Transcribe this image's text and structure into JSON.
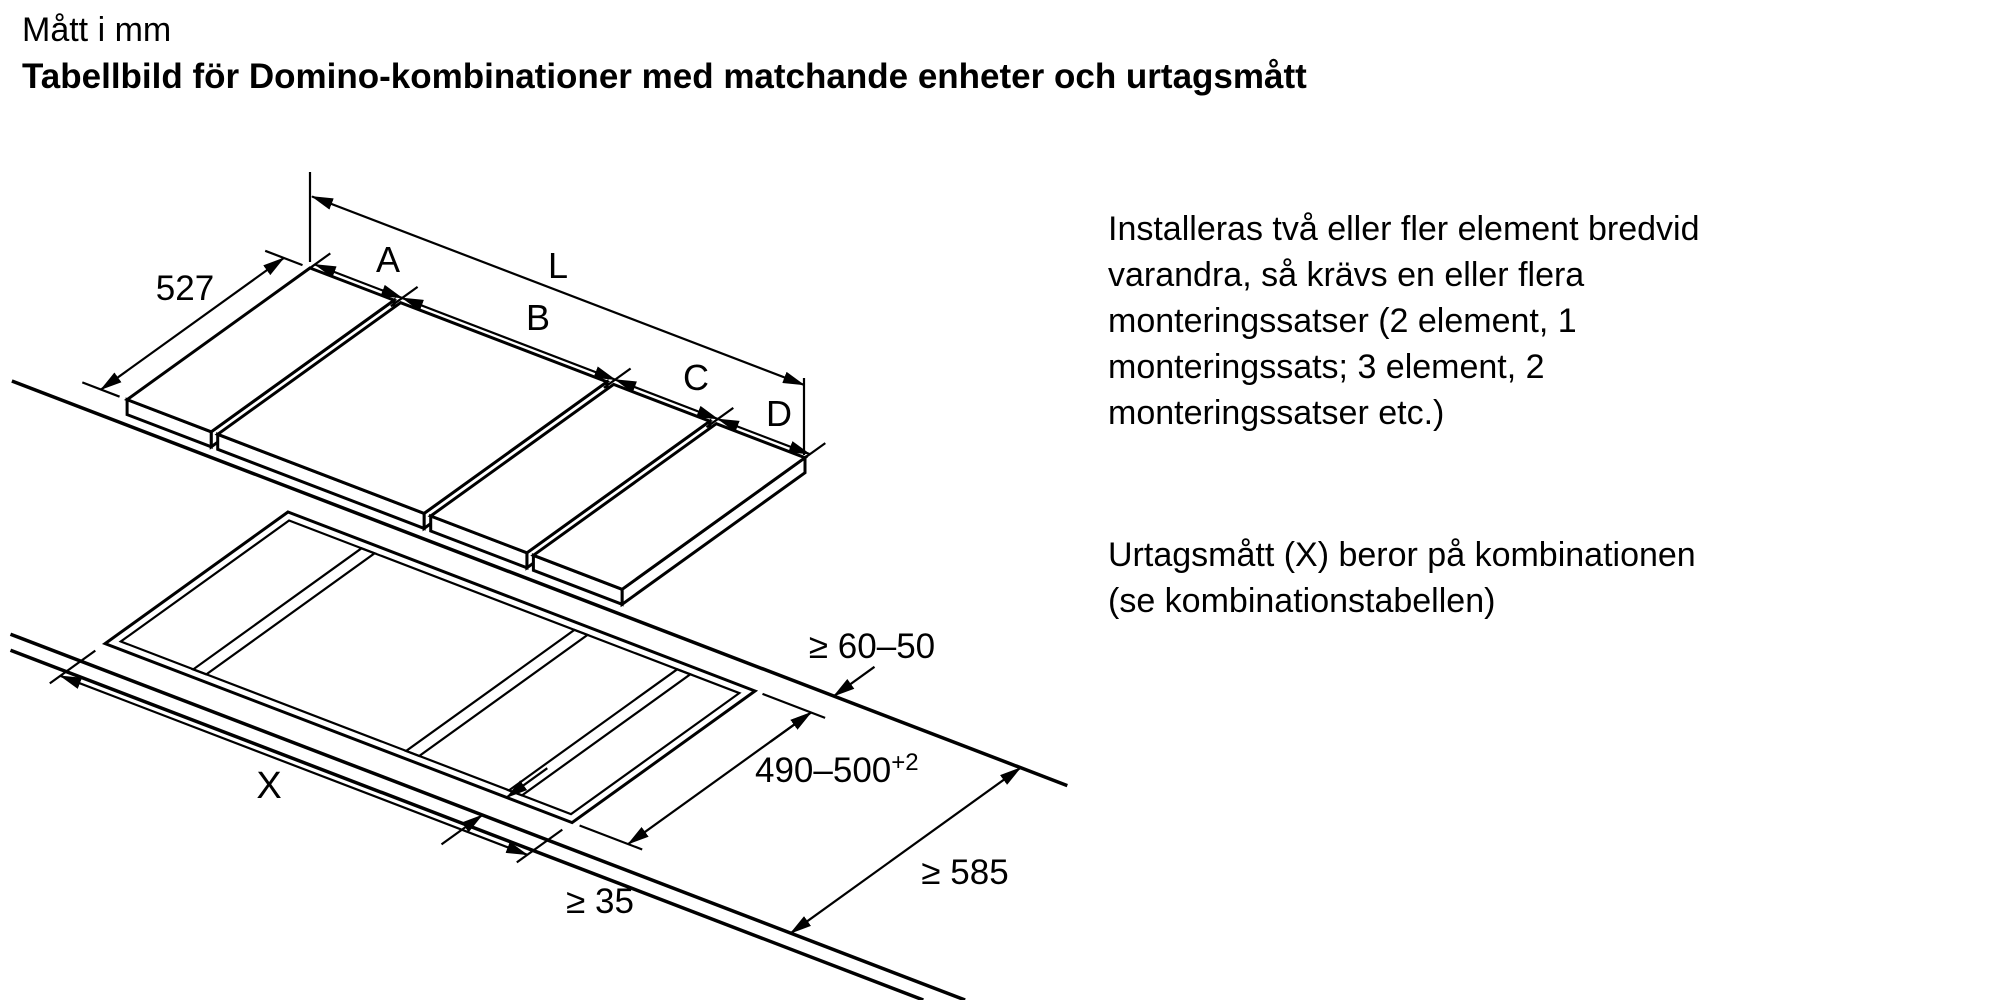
{
  "header": {
    "unit_note": "Mått i mm",
    "title": "Tabellbild för Domino-kombinationer med matchande enheter och urtagsmått"
  },
  "notes": {
    "para1_lines": [
      "Installeras två eller fler element bredvid",
      "varandra, så krävs en eller flera",
      "monteringssatser (2 element, 1",
      "monteringssats; 3 element, 2",
      "monteringssatser etc.)"
    ],
    "para2_lines": [
      "Urtagsmått (X) beror på kombinationen",
      "(se kombinationstabellen)"
    ]
  },
  "dimensions": {
    "panel_depth": "527",
    "width_a": "A",
    "width_b": "B",
    "width_c": "C",
    "width_d": "D",
    "total_length": "L",
    "cutout_length": "X",
    "rear_clearance": "≥ 60–50",
    "cutout_depth": "490–500",
    "cutout_depth_tolerance": "+2",
    "front_clearance": "≥ 35",
    "worktop_depth": "≥ 585"
  },
  "colors": {
    "line": "#000000",
    "background": "#ffffff",
    "text": "#000000"
  }
}
